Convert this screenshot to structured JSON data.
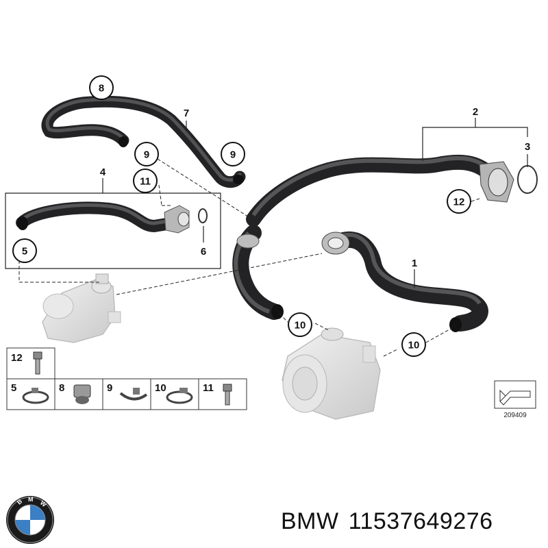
{
  "part_labels": {
    "p1": "1",
    "p2": "2",
    "p3": "3",
    "p4": "4",
    "p5": "5",
    "p6": "6",
    "p7": "7",
    "p8": "8",
    "p9": "9",
    "p10": "10",
    "p11": "11",
    "p12": "12"
  },
  "legend_table": {
    "top_cell": "12",
    "bottom_cells": [
      "5",
      "8",
      "9",
      "10",
      "11"
    ]
  },
  "diagram_code": "209409",
  "brand": "BMW",
  "part_number": "11537649276",
  "colors": {
    "hose": "#3c3c3e",
    "hose_highlight": "#7a7a7e",
    "ghost_part": "#d8d8d8",
    "outline": "#222222"
  }
}
